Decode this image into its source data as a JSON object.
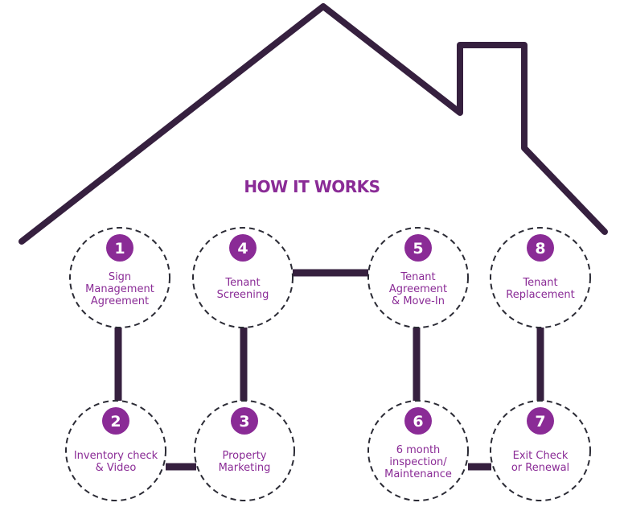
{
  "title": "HOW IT WORKS",
  "colors": {
    "accent": "#8a2b96",
    "outline": "#36203f",
    "dash": "#2b2b35",
    "background": "#ffffff"
  },
  "steps": [
    {
      "number": "1",
      "lines": [
        "Sign",
        "Management",
        "Agreement"
      ]
    },
    {
      "number": "2",
      "lines": [
        "Inventory check",
        "& Video"
      ]
    },
    {
      "number": "3",
      "lines": [
        "Property",
        "Marketing"
      ]
    },
    {
      "number": "4",
      "lines": [
        "Tenant",
        "Screening"
      ]
    },
    {
      "number": "5",
      "lines": [
        "Tenant",
        "Agreement",
        "& Move-In"
      ]
    },
    {
      "number": "6",
      "lines": [
        "6 month",
        "inspection/",
        "Maintenance"
      ]
    },
    {
      "number": "7",
      "lines": [
        "Exit Check",
        "or Renewal"
      ]
    },
    {
      "number": "8",
      "lines": [
        "Tenant",
        "Replacement"
      ]
    }
  ],
  "connections": [
    [
      "1",
      "2"
    ],
    [
      "2",
      "3"
    ],
    [
      "3",
      "4"
    ],
    [
      "4",
      "5"
    ],
    [
      "5",
      "6"
    ],
    [
      "6",
      "7"
    ],
    [
      "7",
      "8"
    ]
  ]
}
